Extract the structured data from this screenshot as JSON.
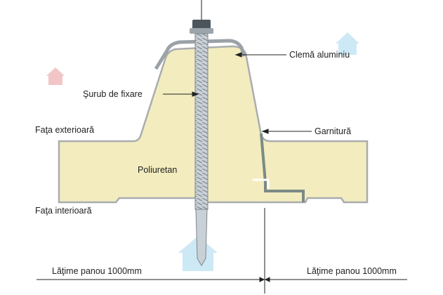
{
  "labels": {
    "clema": "Clemă aluminiu",
    "surub": "Şurub de fixare",
    "fata_ext": "Faţa exterioară",
    "garnitura": "Garnitură",
    "poliuretan": "Poliuretan",
    "fata_int": "Faţa interioară",
    "latime_left": "Lăţime panou 1000mm",
    "latime_right": "Lăţime panou 1000mm"
  },
  "colors": {
    "foam": "#f3ecbe",
    "steel": "#b9bfc4",
    "watermark": "#bfe3f3"
  }
}
